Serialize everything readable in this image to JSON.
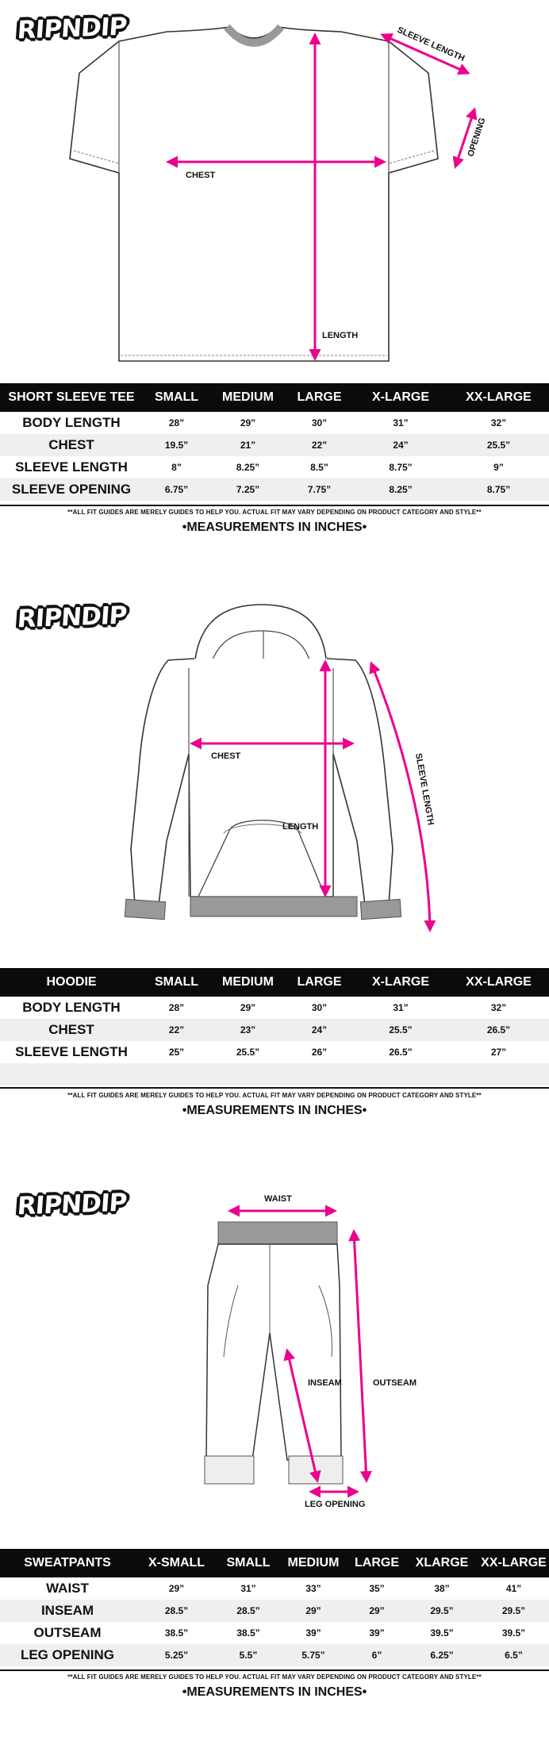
{
  "brand": "RIPNDIP",
  "disclaimer": "**ALL FIT GUIDES ARE MERELY GUIDES TO HELP YOU. ACTUAL FIT MAY VARY DEPENDING ON PRODUCT CATEGORY AND STYLE**",
  "measurements_note": "•MEASUREMENTS IN INCHES•",
  "tee": {
    "diagram_labels": {
      "sleeve_length": "SLEEVE LENGTH",
      "opening": "OPENING",
      "chest": "CHEST",
      "length": "LENGTH"
    },
    "headers": [
      "SHORT SLEEVE TEE",
      "SMALL",
      "MEDIUM",
      "LARGE",
      "X-LARGE",
      "XX-LARGE"
    ],
    "rows": [
      [
        "BODY LENGTH",
        "28”",
        "29”",
        "30”",
        "31”",
        "32”"
      ],
      [
        "CHEST",
        "19.5”",
        "21”",
        "22”",
        "24”",
        "25.5”"
      ],
      [
        "SLEEVE LENGTH",
        "8”",
        "8.25”",
        "8.5”",
        "8.75”",
        "9”"
      ],
      [
        "SLEEVE OPENING",
        "6.75”",
        "7.25”",
        "7.75”",
        "8.25”",
        "8.75”"
      ]
    ]
  },
  "hoodie": {
    "diagram_labels": {
      "chest": "CHEST",
      "length": "LENGTH",
      "sleeve_length": "SLEEVE LENGTH"
    },
    "headers": [
      "HOODIE",
      "SMALL",
      "MEDIUM",
      "LARGE",
      "X-LARGE",
      "XX-LARGE"
    ],
    "rows": [
      [
        "BODY LENGTH",
        "28”",
        "29”",
        "30”",
        "31”",
        "32”"
      ],
      [
        "CHEST",
        "22”",
        "23”",
        "24”",
        "25.5”",
        "26.5”"
      ],
      [
        "SLEEVE LENGTH",
        "25”",
        "25.5”",
        "26”",
        "26.5”",
        "27”"
      ],
      [
        "",
        "",
        "",
        "",
        "",
        ""
      ]
    ]
  },
  "sweatpants": {
    "diagram_labels": {
      "waist": "WAIST",
      "inseam": "INSEAM",
      "outseam": "OUTSEAM",
      "leg_opening": "LEG OPENING"
    },
    "headers": [
      "SWEATPANTS",
      "X-SMALL",
      "SMALL",
      "MEDIUM",
      "LARGE",
      "XLARGE",
      "XX-LARGE"
    ],
    "rows": [
      [
        "WAIST",
        "29”",
        "31”",
        "33”",
        "35”",
        "38”",
        "41”"
      ],
      [
        "INSEAM",
        "28.5”",
        "28.5”",
        "29”",
        "29”",
        "29.5”",
        "29.5”"
      ],
      [
        "OUTSEAM",
        "38.5”",
        "38.5”",
        "39”",
        "39”",
        "39.5”",
        "39.5”"
      ],
      [
        "LEG OPENING",
        "5.25”",
        "5.5”",
        "5.75”",
        "6”",
        "6.25”",
        "6.5”"
      ]
    ]
  },
  "colors": {
    "accent": "#ec008c",
    "header_bg": "#0b0b0b",
    "alt_row": "#efefef"
  }
}
